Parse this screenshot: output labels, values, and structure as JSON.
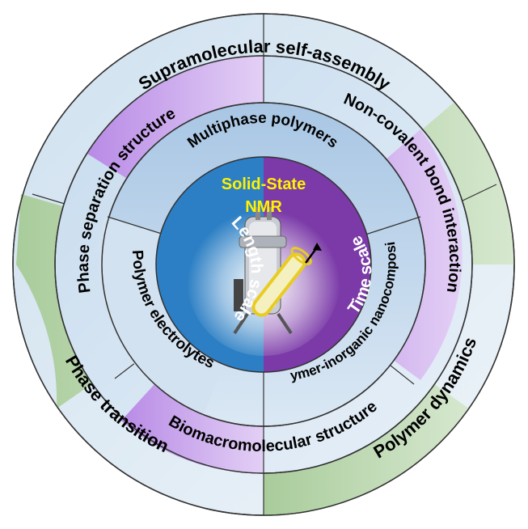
{
  "diagram": {
    "colors": {
      "outer_green": "#b5d3a8",
      "outer_blue": "#dde8f0",
      "middle_purple": "#c7a2ea",
      "middle_blue": "#d4e3f0",
      "inner_blue": "#bcd3e8",
      "core_blue": "#2c7fc4",
      "core_purple": "#7b3aa8",
      "title_yellow": "#fff200"
    },
    "outer_ring": {
      "top": "Supramolecular self-assembly",
      "left": "Phase transition",
      "right": "Polymer dynamics"
    },
    "middle_ring": {
      "left": "Phase separation structure",
      "right": "Non-covalent bond interaction",
      "bottom": "Biomacromolecular  structure"
    },
    "inner_ring": {
      "top": "Multiphase polymers",
      "left": "Polymer electrolytes",
      "right": "Polymer-inorganic nanocomposites"
    },
    "core": {
      "title_line1": "Solid-State",
      "title_line2": "NMR",
      "left": "Length scale",
      "right": "Time scale",
      "image_icon": "nmr-spectrometer-icon"
    }
  }
}
